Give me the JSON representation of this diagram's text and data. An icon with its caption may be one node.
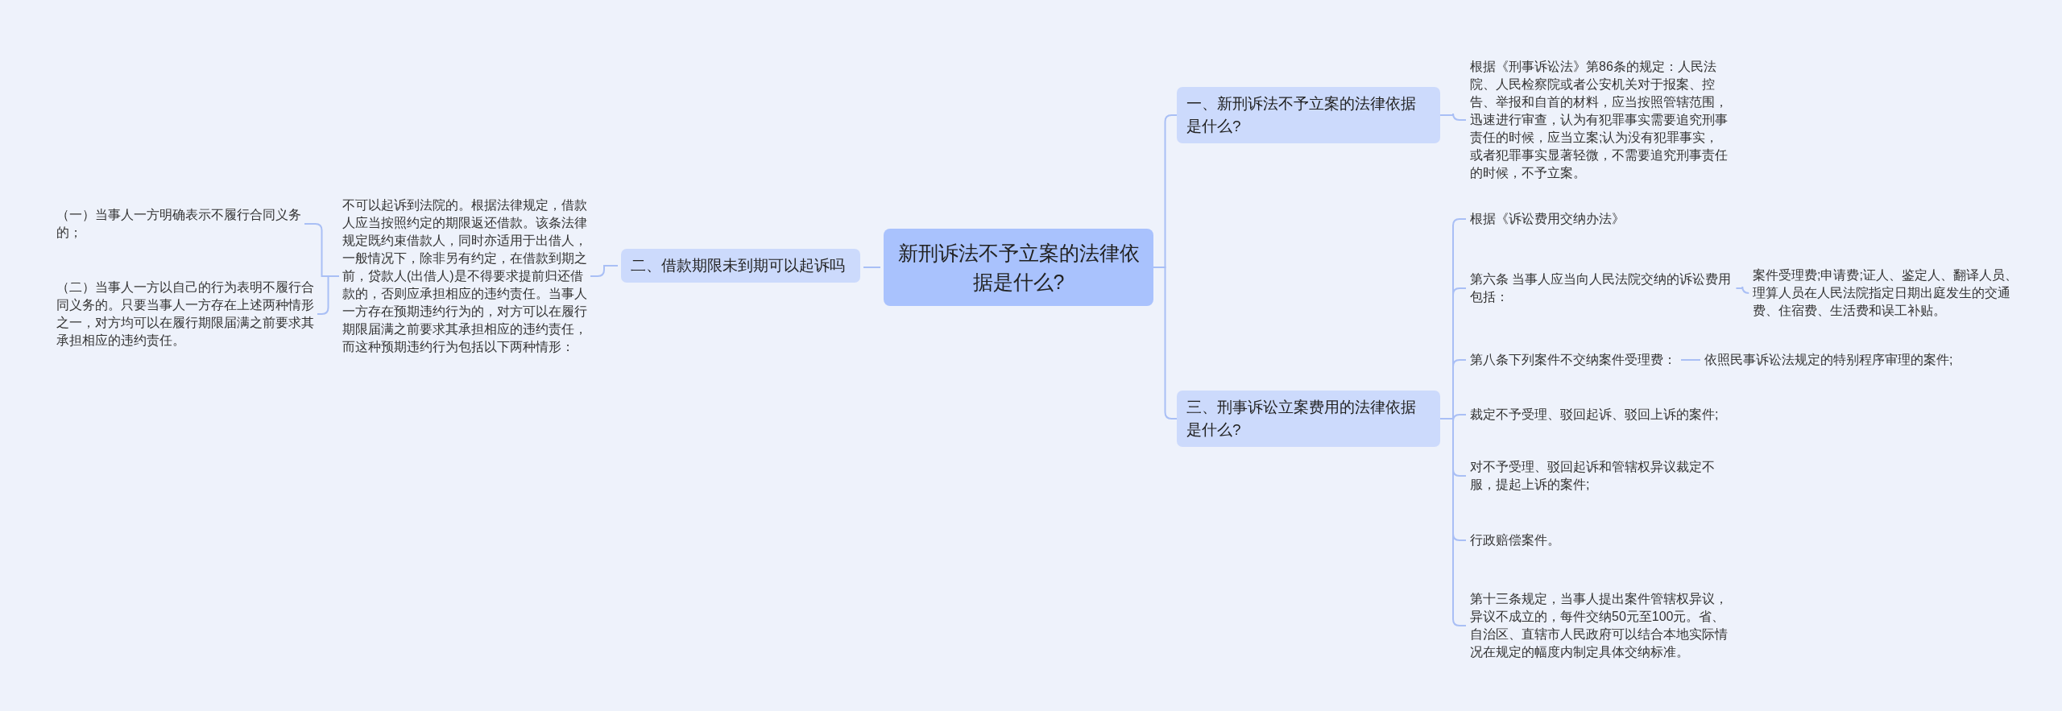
{
  "diagram": {
    "nodes": [
      {
        "text": [
          "新刑诉法不予立案的法律依据是什么?"
        ]
      },
      {
        "text": [
          "一、新刑诉法不予立案的法律依据是什么?"
        ]
      },
      {
        "text": [
          "根据《刑事诉讼法》第86条的规定：人民法院、人民检察院或者公安机关对于报案、控告、举报和自首的材料，应当按照管辖范围，迅速进行审查，认为有犯罪事实需要追究刑事责任的时候，应当立案;认为没有犯罪事实，或者犯罪事实显著轻微，不需要追究刑事责任的时候，不予立案。"
        ]
      },
      {
        "text": [
          "二、借款期限未到期可以起诉吗"
        ]
      },
      {
        "text": [
          "不可以起诉到法院的。根据法律规定，借款人应当按照约定的期限返还借款。该条法律规定既约束借款人，同时亦适用于出借人，一般情况下，除非另有约定，在借款到期之前，贷款人(出借人)是不得要求提前归还借款的，否则应承担相应的违约责任。当事人一方存在预期违约行为的，对方可以在履行期限届满之前要求其承担相应的违约责任，而这种预期违约行为包括以下两种情形："
        ]
      },
      {
        "text": [
          "（一）当事人一方明确表示不履行合同义务的；"
        ]
      },
      {
        "text": [
          "（二）当事人一方以自己的行为表明不履行合同义务的。只要当事人一方存在上述两种情形之一，对方均可以在履行期限届满之前要求其承担相应的违约责任。"
        ]
      },
      {
        "text": [
          "三、刑事诉讼立案费用的法律依据是什么?"
        ]
      },
      {
        "text": [
          "根据《诉讼费用交纳办法》"
        ]
      },
      {
        "text": [
          "第六条 当事人应当向人民法院交纳的诉讼费用包括："
        ]
      },
      {
        "text": [
          "案件受理费;申请费;证人、鉴定人、翻译人员、理算人员在人民法院指定日期出庭发生的交通费、住宿费、生活费和误工补贴。"
        ]
      },
      {
        "text": [
          "第八条下列案件不交纳案件受理费："
        ]
      },
      {
        "text": [
          "依照民事诉讼法规定的特别程序审理的案件;"
        ]
      },
      {
        "text": [
          "裁定不予受理、驳回起诉、驳回上诉的案件;"
        ]
      },
      {
        "text": [
          "对不予受理、驳回起诉和管辖权异议裁定不服，提起上诉的案件;"
        ]
      },
      {
        "text": [
          "行政赔偿案件。"
        ]
      },
      {
        "text": [
          "第十三条规定，当事人提出案件管辖权异议，异议不成立的，每件交纳50元至100元。省、自治区、直辖市人民政府可以结合本地实际情况在规定的幅度内制定具体交纳标准。"
        ]
      }
    ],
    "edges": [
      {
        "from": 0,
        "to": 1,
        "arrow": "none"
      },
      {
        "from": 0,
        "to": 3,
        "arrow": "none"
      },
      {
        "from": 0,
        "to": 7,
        "arrow": "none"
      },
      {
        "from": 1,
        "to": 2,
        "arrow": "none"
      },
      {
        "from": 3,
        "to": 4,
        "arrow": "none"
      },
      {
        "from": 4,
        "to": 5,
        "arrow": "none"
      },
      {
        "from": 4,
        "to": 6,
        "arrow": "none"
      },
      {
        "from": 7,
        "to": 8,
        "arrow": "none"
      },
      {
        "from": 7,
        "to": 9,
        "arrow": "none"
      },
      {
        "from": 9,
        "to": 10,
        "arrow": "none"
      },
      {
        "from": 7,
        "to": 11,
        "arrow": "none"
      },
      {
        "from": 11,
        "to": 12,
        "arrow": "none"
      },
      {
        "from": 7,
        "to": 13,
        "arrow": "none"
      },
      {
        "from": 7,
        "to": 14,
        "arrow": "none"
      },
      {
        "from": 7,
        "to": 15,
        "arrow": "none"
      },
      {
        "from": 7,
        "to": 16,
        "arrow": "none"
      }
    ]
  }
}
